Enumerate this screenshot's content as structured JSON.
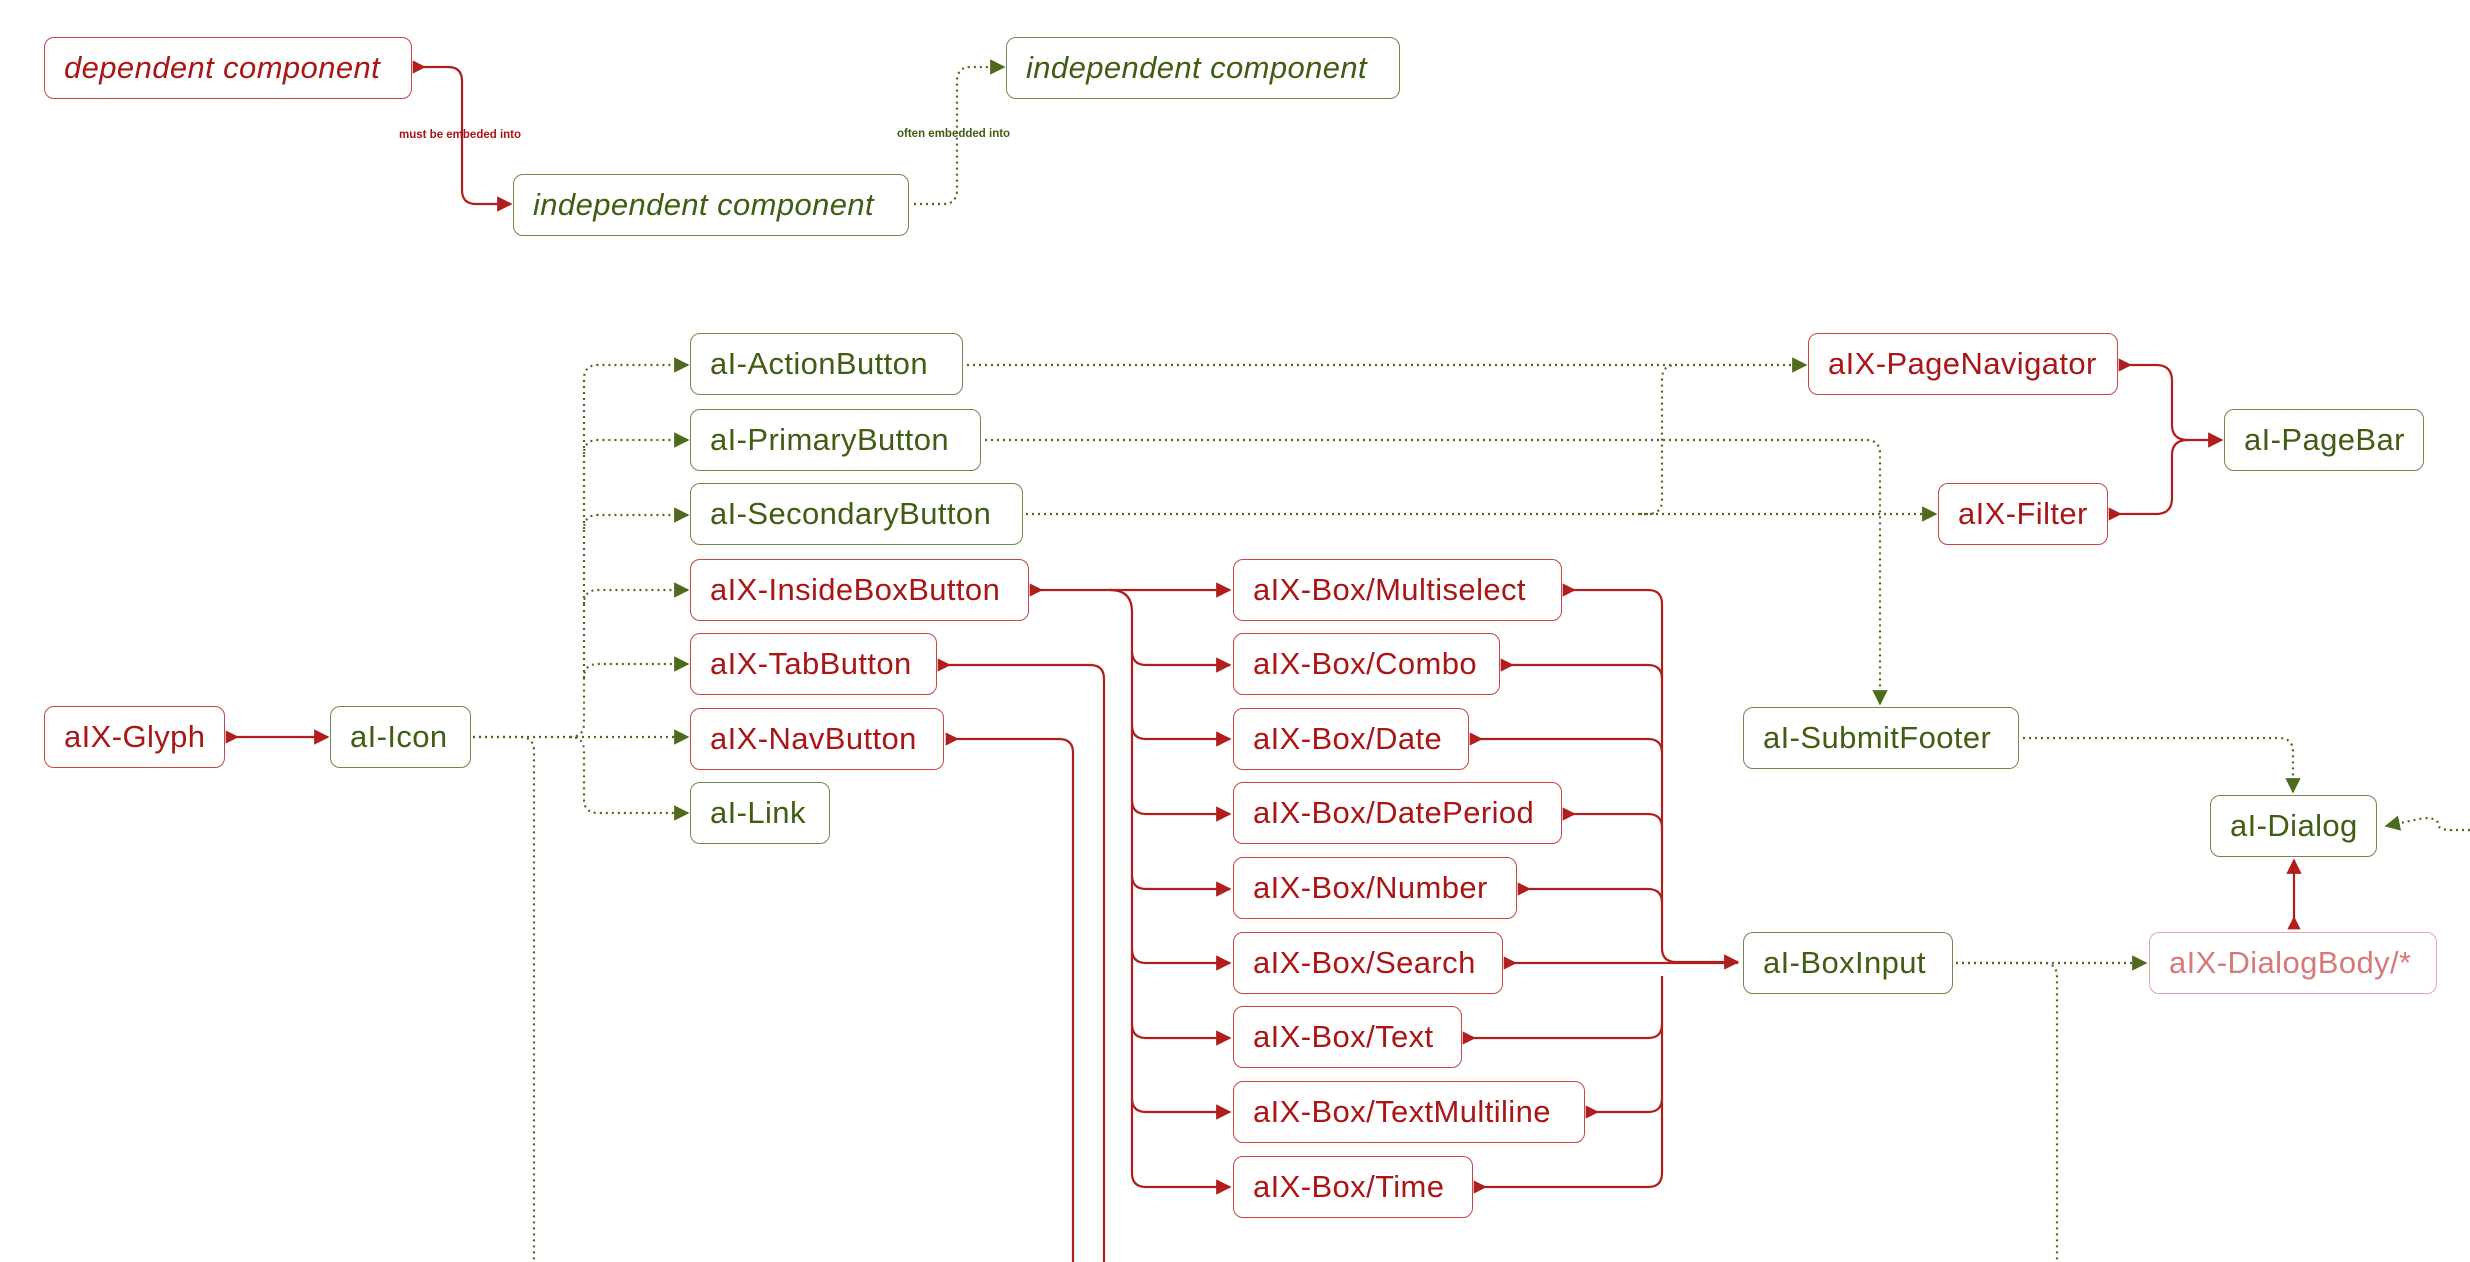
{
  "colors": {
    "dependent": "#a81616",
    "dependent_line": "#b01e1e",
    "independent": "#3f5e12",
    "independent_line": "#4d6b1c",
    "faded": "#d77979"
  },
  "legend": {
    "dependent": "dependent component",
    "independent_target": "independent component",
    "independent_source": "independent component",
    "must_label": "must be embeded into",
    "often_label": "often embedded into"
  },
  "nodes": {
    "glyph": "aIX-Glyph",
    "icon": "aI-Icon",
    "action_button": "aI-ActionButton",
    "primary_button": "aI-PrimaryButton",
    "secondary_button": "aI-SecondaryButton",
    "inside_box_button": "aIX-InsideBoxButton",
    "tab_button": "aIX-TabButton",
    "nav_button": "aIX-NavButton",
    "link": "aI-Link",
    "box_multiselect": "aIX-Box/Multiselect",
    "box_combo": "aIX-Box/Combo",
    "box_date": "aIX-Box/Date",
    "box_dateperiod": "aIX-Box/DatePeriod",
    "box_number": "aIX-Box/Number",
    "box_search": "aIX-Box/Search",
    "box_text": "aIX-Box/Text",
    "box_textmultiline": "aIX-Box/TextMultiline",
    "box_time": "aIX-Box/Time",
    "page_navigator": "aIX-PageNavigator",
    "filter": "aIX-Filter",
    "page_bar": "aI-PageBar",
    "submit_footer": "aI-SubmitFooter",
    "dialog": "aI-Dialog",
    "box_input": "aI-BoxInput",
    "dialog_body": "aIX-DialogBody/*"
  }
}
